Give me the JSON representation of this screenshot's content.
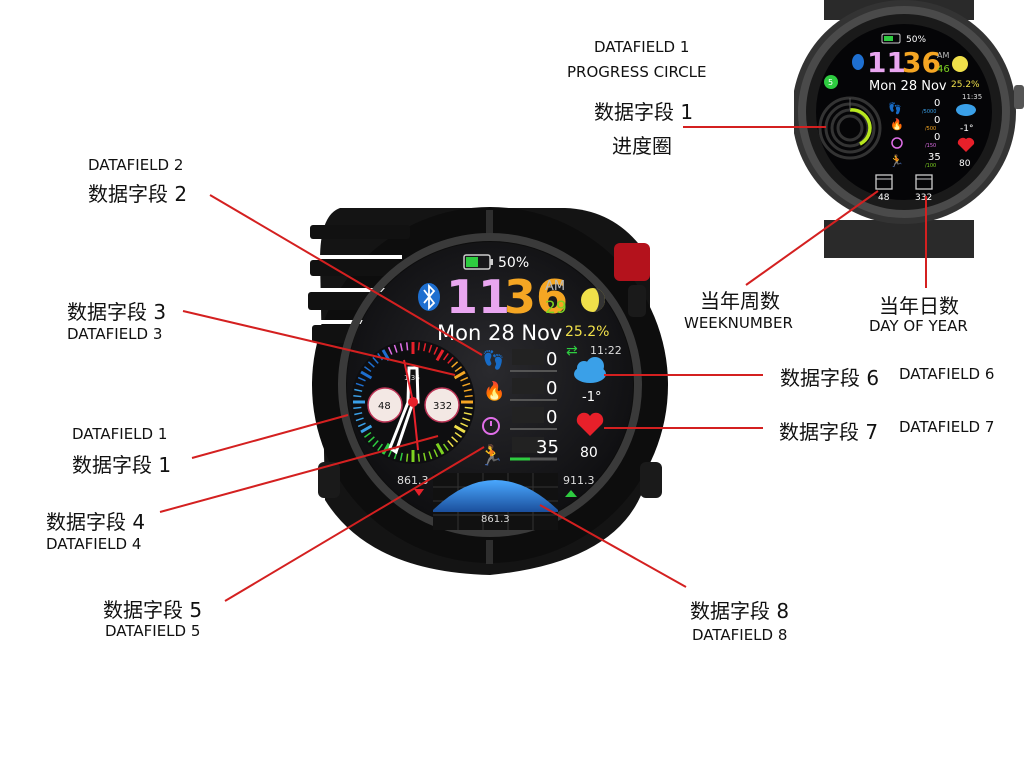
{
  "watch": {
    "battery": "50%",
    "hour": "11",
    "minute": "36",
    "ampm": "AM",
    "seconds": "29",
    "date": "Mon 28 Nov",
    "moon_percent": "25.2%",
    "sync_time": "11:22",
    "temperature": "-1°",
    "heart_rate": "80",
    "dial_left": "48",
    "dial_right": "332",
    "dial_small": "1:36",
    "field_values": [
      "0",
      "0",
      "0",
      "35"
    ],
    "chart_left": "861.3",
    "chart_right": "911.3",
    "chart_center": "861.3"
  },
  "preview": {
    "battery": "50%",
    "hour": "11",
    "minute": "36",
    "ampm": "AM",
    "seconds": "46",
    "date": "Mon 28 Nov",
    "moon_percent": "25.2%",
    "sync_time": "11:35",
    "temperature": "-1°",
    "heart_rate": "80",
    "notif": "5",
    "week_number": "48",
    "day_of_year": "332",
    "field_values": [
      "0",
      "0",
      "0",
      "35"
    ],
    "field_goals": [
      "/5000",
      "/500",
      "/150",
      "/100"
    ]
  },
  "labels": {
    "df1_progress_en1": "DATAFIELD 1",
    "df1_progress_en2": "PROGRESS CIRCLE",
    "df1_progress_cn1": "数据字段 1",
    "df1_progress_cn2": "进度圈",
    "df2_en": "DATAFIELD 2",
    "df2_cn": "数据字段 2",
    "df3_cn": "数据字段 3",
    "df3_en": "DATAFIELD 3",
    "df1_en": "DATAFIELD 1",
    "df1_cn": "数据字段 1",
    "df4_cn": "数据字段 4",
    "df4_en": "DATAFIELD 4",
    "df5_cn": "数据字段 5",
    "df5_en": "DATAFIELD 5",
    "df6_cn": "数据字段 6",
    "df6_en": "DATAFIELD 6",
    "df7_cn": "数据字段 7",
    "df7_en": "DATAFIELD 7",
    "df8_cn": "数据字段 8",
    "df8_en": "DATAFIELD 8",
    "week_cn": "当年周数",
    "week_en": "WEEKNUMBER",
    "day_cn": "当年日数",
    "day_en": "DAY OF YEAR"
  },
  "colors": {
    "pointer_line": "#d42020",
    "hour_digits": "#e9a6f0",
    "minute_digits": "#f5a623",
    "moon_text": "#f0e04a",
    "weather_cloud": "#3aa0e8",
    "heart": "#e8202a",
    "chart_fill": "#2a73c8"
  }
}
